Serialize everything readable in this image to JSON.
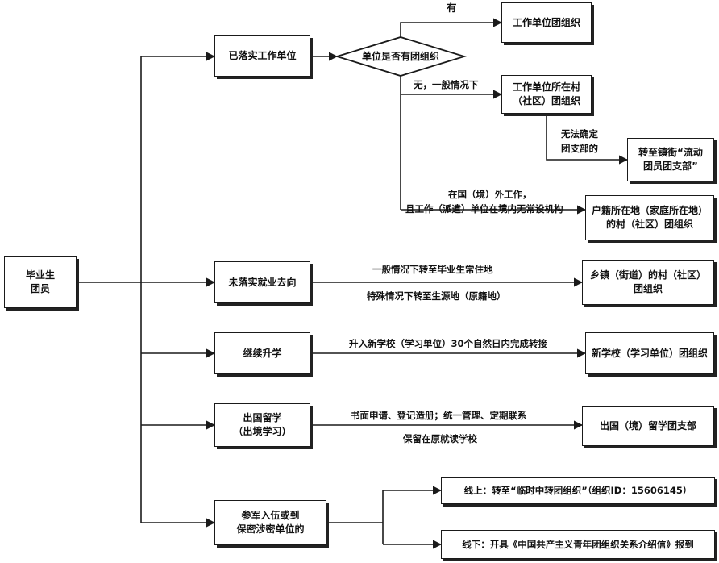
{
  "root": {
    "line1": "毕业生",
    "line2": "团员"
  },
  "branch_employed": {
    "box": "已落实工作单位",
    "decision": "单位是否有团组织",
    "yes_label": "有",
    "yes_target": "工作单位团组织",
    "no_label": "无，一般情况下",
    "no_target_line1": "工作单位所在村",
    "no_target_line2": "（社区）团组织",
    "undetermined_label_line1": "无法确定",
    "undetermined_label_line2": "团支部的",
    "undetermined_target_line1": "转至镇街“流动",
    "undetermined_target_line2": "团员团支部”",
    "abroad_label_line1": "在国（境）外工作，",
    "abroad_label_line2": "且工作（派遣）单位在境内无常设机构",
    "abroad_target_line1": "户籍所在地（家庭所在地）",
    "abroad_target_line2": "的村（社区）团组织"
  },
  "branch_unemployed": {
    "box": "未落实就业去向",
    "label_top": "一般情况下转至毕业生常住地",
    "label_bottom": "特殊情况下转至生源地（原籍地）",
    "target_line1": "乡镇（街道）的村（社区）",
    "target_line2": "团组织"
  },
  "branch_study": {
    "box": "继续升学",
    "label": "升入新学校（学习单位）30个自然日内完成转接",
    "target": "新学校（学习单位）团组织"
  },
  "branch_abroad_study": {
    "box_line1": "出国留学",
    "box_line2": "（出境学习）",
    "label_top": "书面申请、登记造册；统一管理、定期联系",
    "label_bottom": "保留在原就读学校",
    "target": "出国（境）留学团支部"
  },
  "branch_military": {
    "box_line1": "参军入伍或到",
    "box_line2": "保密涉密单位的",
    "online": "线上：转至“临时中转团组织”（组织ID：15606145）",
    "offline": "线下：开具《中国共产主义青年团组织关系介绍信》报到"
  },
  "colors": {
    "line": "#1a1a1a",
    "box_border": "#1a1a1a",
    "shadow": "#222222"
  }
}
